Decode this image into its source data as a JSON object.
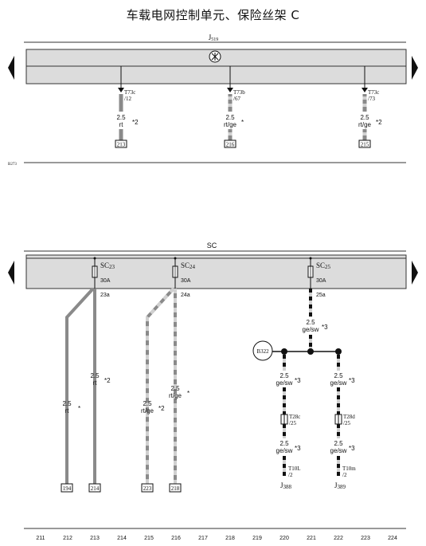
{
  "title": "车载电网控制单元、保险丝架 C",
  "top_panel": {
    "label_main": "J",
    "label_sub": "519",
    "connectors": [
      {
        "pin_main": "T73c",
        "pin_sub": "/12",
        "size": "2.5",
        "color": "rt",
        "note": "*2",
        "ref": "213"
      },
      {
        "pin_main": "T73b",
        "pin_sub": "/67",
        "size": "2.5",
        "color": "rt/ge",
        "note": "*",
        "ref": "216"
      },
      {
        "pin_main": "T73c",
        "pin_sub": "/73",
        "size": "2.5",
        "color": "rt/ge",
        "note": "*2",
        "ref": "215"
      }
    ]
  },
  "separator_label": "B273",
  "bottom_panel": {
    "label": "SC",
    "fuses": [
      {
        "name_main": "SC",
        "name_sub": "23",
        "rating": "30A",
        "out": "23a"
      },
      {
        "name_main": "SC",
        "name_sub": "24",
        "rating": "30A",
        "out": "24a"
      },
      {
        "name_main": "SC",
        "name_sub": "25",
        "rating": "30A",
        "out": "25a"
      }
    ]
  },
  "wires": {
    "w194": {
      "size": "2.5",
      "color": "rt",
      "note": "*",
      "ref": "194"
    },
    "w214": {
      "size": "2.5",
      "color": "rt",
      "note": "*2",
      "ref": "214"
    },
    "w223": {
      "size": "2.5",
      "color": "rt/ge",
      "note": "*2",
      "ref": "223"
    },
    "w218": {
      "size": "2.5",
      "color": "rt/ge",
      "note": "*",
      "ref": "218"
    },
    "w25": {
      "size": "2.5",
      "color": "ge/sw",
      "note": "*3"
    },
    "left_branch": {
      "size1": "2.5",
      "color1": "ge/sw",
      "note1": "*3",
      "conn_main": "T28c",
      "conn_sub": "/25",
      "size2": "2.5",
      "color2": "ge/sw",
      "note2": "*3",
      "term_main": "T10L",
      "term_sub": "/2",
      "unit_main": "J",
      "unit_sub": "388"
    },
    "right_branch": {
      "size1": "2.5",
      "color1": "ge/sw",
      "note1": "*3",
      "conn_main": "T28d",
      "conn_sub": "/25",
      "size2": "2.5",
      "color2": "ge/sw",
      "note2": "*3",
      "term_main": "T10m",
      "term_sub": "/2",
      "unit_main": "J",
      "unit_sub": "389"
    }
  },
  "splice_label": "B322",
  "column_numbers": [
    "211",
    "212",
    "213",
    "214",
    "215",
    "216",
    "217",
    "218",
    "219",
    "220",
    "221",
    "222",
    "223",
    "224"
  ],
  "colors": {
    "red": "#8a8a8a",
    "yellow": "#d0d0d0",
    "black": "#111111"
  }
}
